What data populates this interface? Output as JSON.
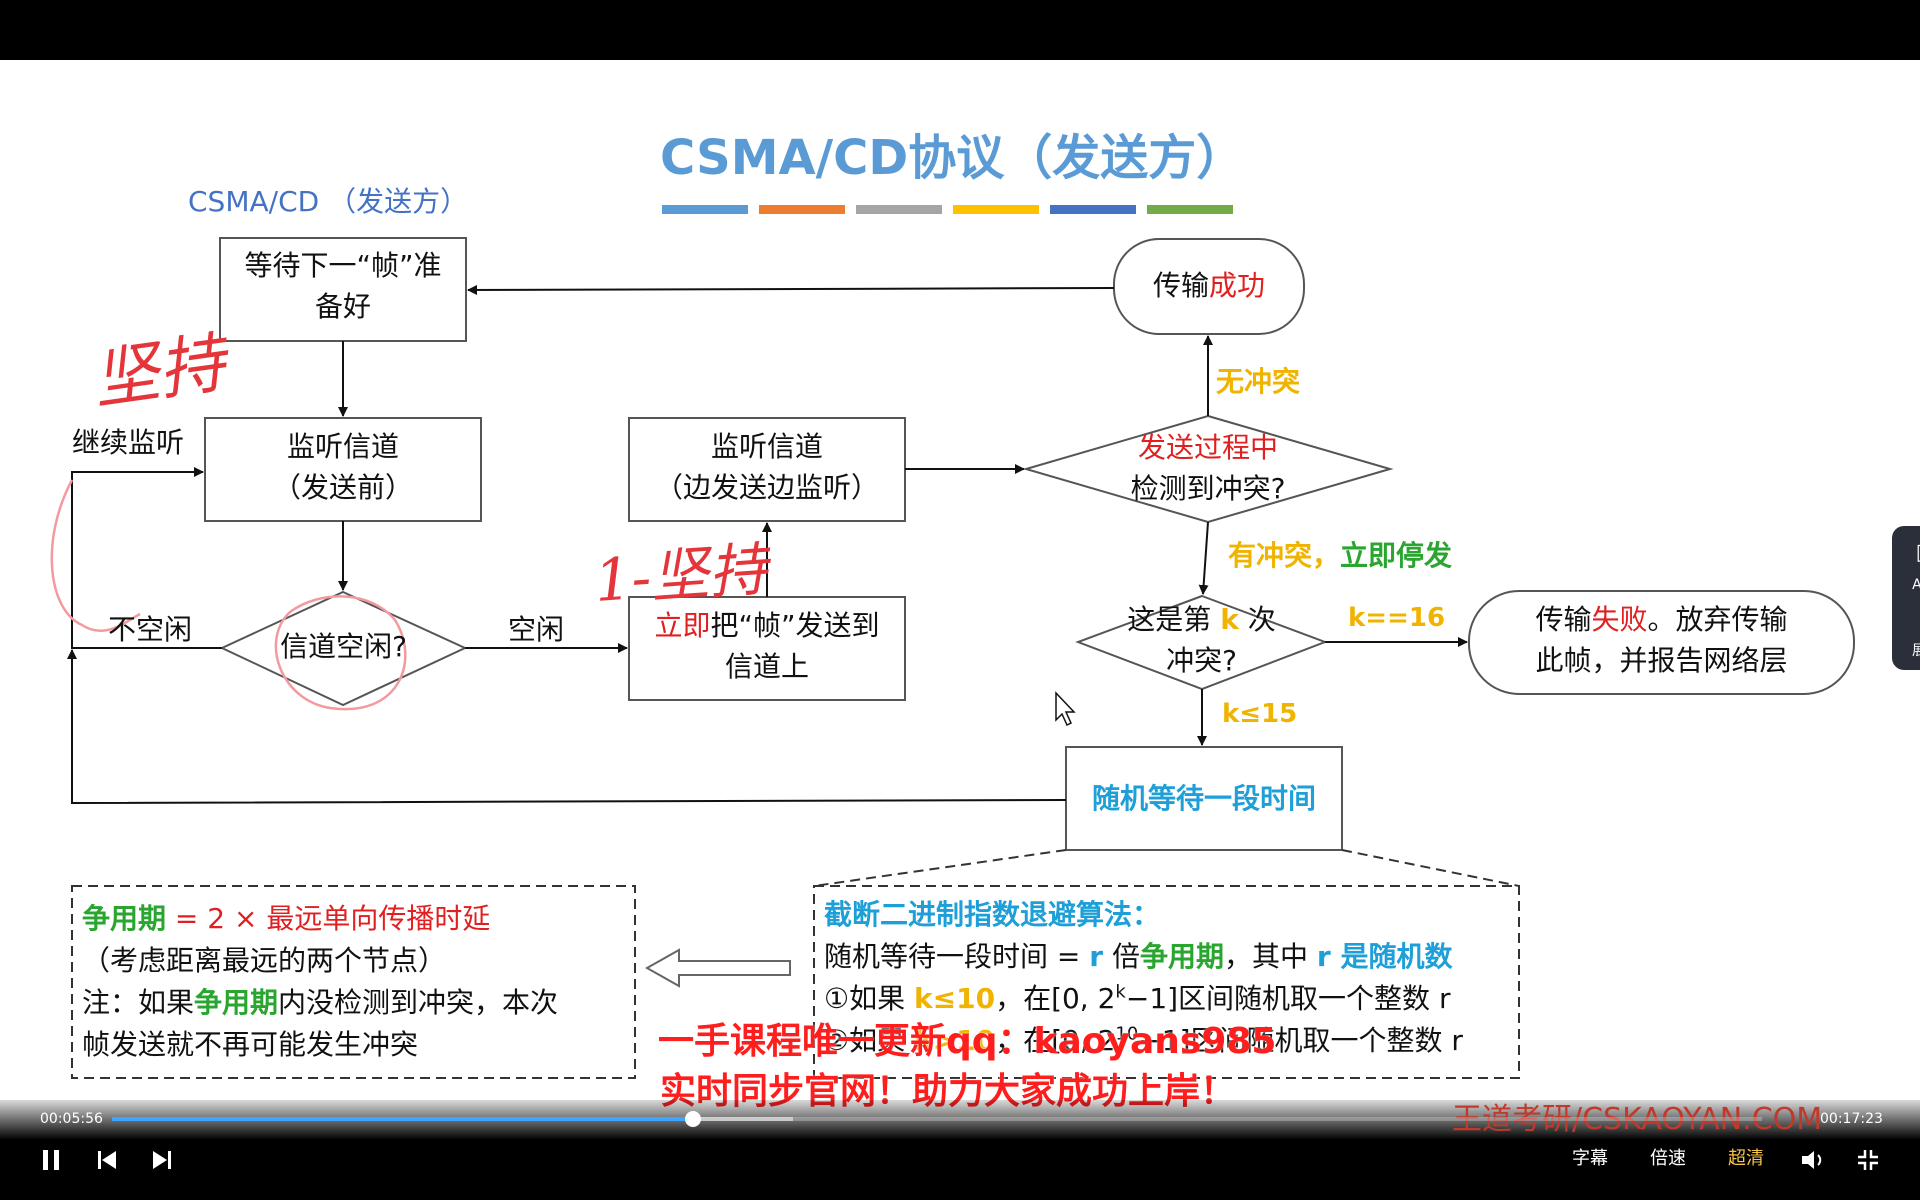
{
  "slide": {
    "title": "CSMA/CD协议（发送方）",
    "subtitle": "CSMA/CD （发送方）",
    "title_bar_colors": [
      "#5b9bd5",
      "#ed7d31",
      "#a5a5a5",
      "#ffc000",
      "#4472c4",
      "#70ad47"
    ]
  },
  "flow": {
    "wait_next_frame": [
      "等待下一“帧”准",
      "备好"
    ],
    "listen_before": [
      "监听信道",
      "（发送前）"
    ],
    "channel_idle_q": "信道空闲?",
    "not_idle": "不空闲",
    "idle": "空闲",
    "continue_listen": "继续监听",
    "send_immediately_a": "立即",
    "send_immediately_b": "把“帧”发送到",
    "send_immediately_c": "信道上",
    "listen_while_send": [
      "监听信道",
      "（边发送边监听）"
    ],
    "collision_q_a": "发送过程中",
    "collision_q_b": "检测到冲突?",
    "success_a": "传输",
    "success_b": "成功",
    "no_collision": "无冲突",
    "has_collision_a": "有冲突，",
    "has_collision_b": "立即停发",
    "kth_a": "这是第 ",
    "kth_k": "k",
    "kth_b": " 次",
    "kth_c": "冲突?",
    "k16": "k==16",
    "k15": "k≤15",
    "fail_a": "传输",
    "fail_b": "失败",
    "fail_c": "。放弃传输",
    "fail_d": "此帧，并报告网络层",
    "random_wait": "随机等待一段时间"
  },
  "handwriting": {
    "persistent": "坚持",
    "one_persistent": "1-坚持"
  },
  "note_left": {
    "l1_a": "争用期",
    "l1_b": " = 2 × 最远单向传播时延",
    "l2": "（考虑距离最远的两个节点）",
    "l3_a": "注：如果",
    "l3_b": "争用期",
    "l3_c": "内没检测到冲突，本次",
    "l4": "帧发送就不再可能发生冲突"
  },
  "note_right": {
    "heading": "截断二进制指数退避算法：",
    "l2_a": "随机等待一段时间 = ",
    "l2_r": "r",
    "l2_b": " 倍",
    "l2_c": "争用期",
    "l2_d": "，其中 ",
    "l2_e": "r 是随机数",
    "l3_a": "①如果 ",
    "l3_b": "k≤10",
    "l3_c": "，在[0, 2",
    "l3_sup": "k",
    "l3_d": "−1]区间随机取一个整数 r",
    "l4_a": "②如果 ",
    "l4_b": "k>10",
    "l4_c": "，在[0, 2",
    "l4_sup": "10",
    "l4_d": "−1]区间随机取一个整数 r"
  },
  "watermark": {
    "line1": "一手课程唯一更新qq：kaoyans985",
    "line2": "实时同步官网！助力大家成功上岸！"
  },
  "brand": "王道考研/CSKAOYAN.COM",
  "side_panel": {
    "ai_label": "AI看",
    "expand_label": "展开"
  },
  "player": {
    "current_time": "00:05:56",
    "total_time": "00:17:23",
    "progress": 0.352,
    "buffered": 0.413,
    "subtitle_btn": "字幕",
    "speed_btn": "倍速",
    "quality_btn": "超清"
  }
}
